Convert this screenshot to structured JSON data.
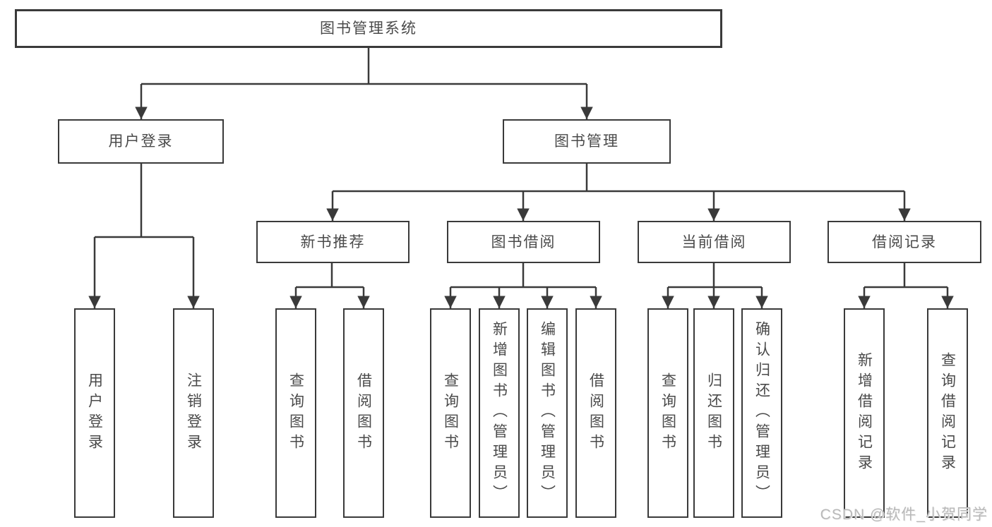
{
  "diagram": {
    "root": {
      "label": "图书管理系统"
    },
    "level2": [
      {
        "label": "用户登录"
      },
      {
        "label": "图书管理"
      }
    ],
    "level3": [
      {
        "label": "新书推荐"
      },
      {
        "label": "图书借阅"
      },
      {
        "label": "当前借阅"
      },
      {
        "label": "借阅记录"
      }
    ],
    "leaves": [
      {
        "label": "用户登录"
      },
      {
        "label": "注销登录"
      },
      {
        "label": "查询图书"
      },
      {
        "label": "借阅图书"
      },
      {
        "label": "查询图书"
      },
      {
        "label": "新增图书（管理员）"
      },
      {
        "label": "编辑图书（管理员）"
      },
      {
        "label": "借阅图书"
      },
      {
        "label": "查询图书"
      },
      {
        "label": "归还图书"
      },
      {
        "label": "确认归还（管理员）"
      },
      {
        "label": "新增借阅记录"
      },
      {
        "label": "查询借阅记录"
      }
    ],
    "colors": {
      "line": "#3a3a3a",
      "text": "#4a4a4a",
      "background": "#ffffff",
      "watermark": "#b9b9b9"
    }
  },
  "watermark": {
    "text": "CSDN @软件_小贺同学"
  }
}
